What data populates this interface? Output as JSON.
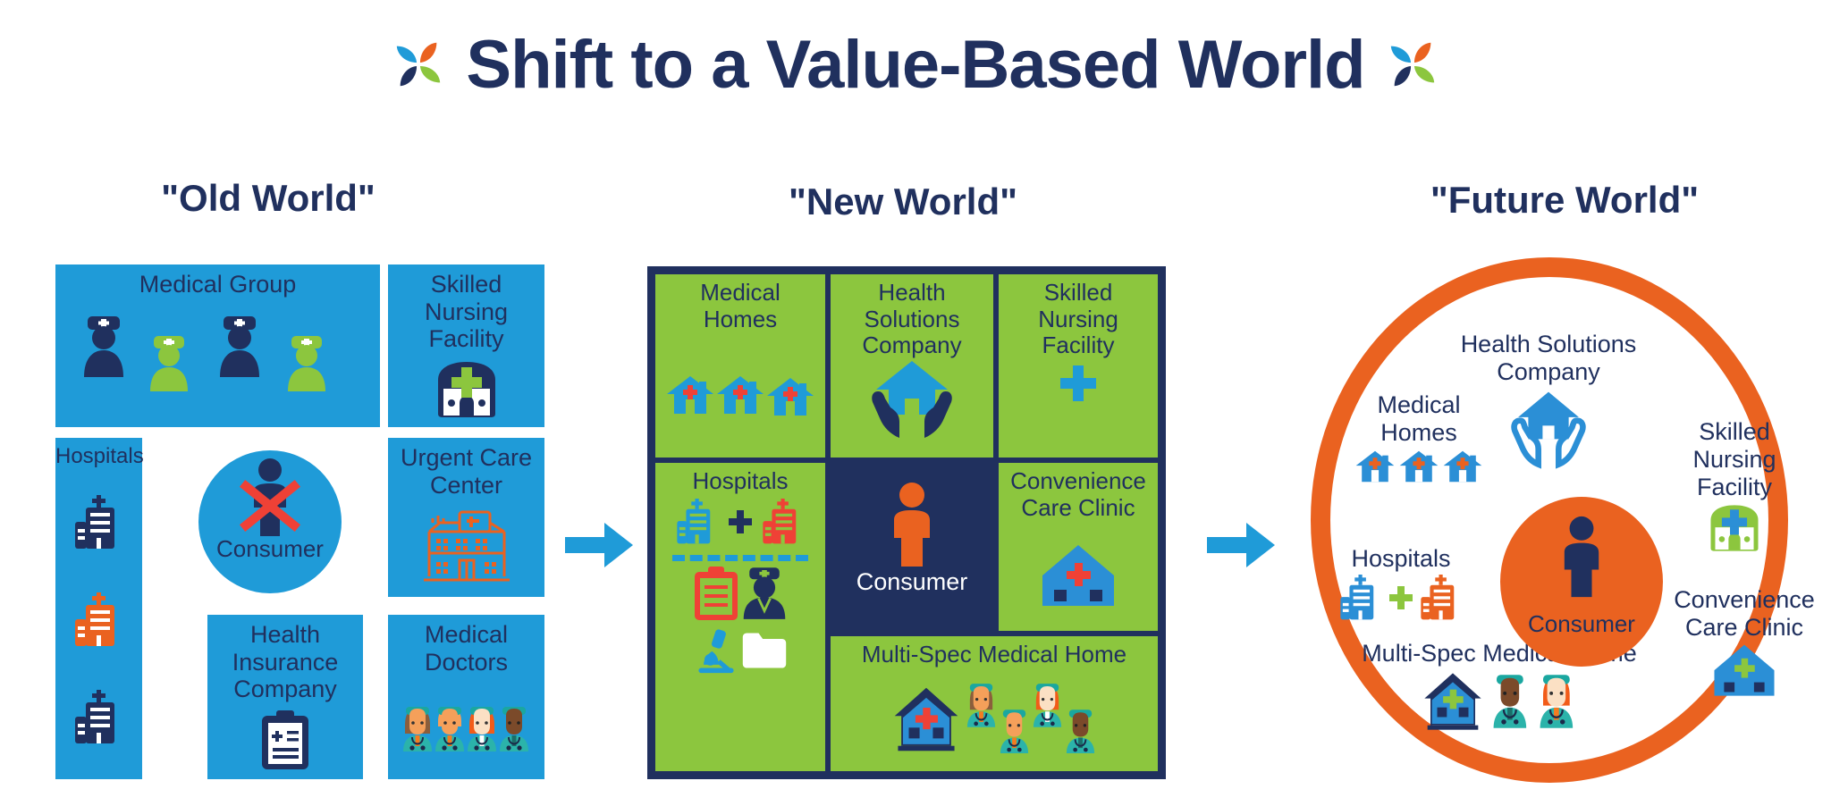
{
  "colors": {
    "navy": "#20305e",
    "blue": "#1f9bd8",
    "green": "#8cc63e",
    "orange": "#ea6220",
    "red": "#ef4136",
    "white": "#ffffff"
  },
  "title": {
    "text": "Shift to a Value-Based World",
    "logo_left": "leaf-pinwheel-logo",
    "logo_right": "leaf-pinwheel-logo"
  },
  "sections": {
    "old": {
      "heading": "\"Old World\"",
      "tiles": [
        {
          "id": "medical-group",
          "label": "Medical Group",
          "icons": [
            "doctor-navy",
            "doctor-green",
            "doctor-navy",
            "doctor-green"
          ]
        },
        {
          "id": "skilled-nursing",
          "label": "Skilled\nNursing\nFacility",
          "icons": [
            "clinic-building-navy-green-cross"
          ]
        },
        {
          "id": "hospitals",
          "label": "Hospitals",
          "icons": [
            "hospital-navy",
            "hospital-orange",
            "hospital-navy"
          ]
        },
        {
          "id": "consumer",
          "label": "Consumer",
          "icons": [
            "person-navy-crossed-out"
          ]
        },
        {
          "id": "urgent-care",
          "label": "Urgent Care\nCenter",
          "icons": [
            "urgent-care-building-orange-outline"
          ]
        },
        {
          "id": "health-insurance",
          "label": "Health\nInsurance\nCompany",
          "icons": [
            "clipboard-navy"
          ]
        },
        {
          "id": "medical-doctors",
          "label": "Medical\nDoctors",
          "icons": [
            "doctor-avatar",
            "doctor-avatar",
            "doctor-avatar",
            "doctor-avatar"
          ]
        }
      ]
    },
    "new": {
      "heading": "\"New World\"",
      "cells": [
        {
          "id": "medical-homes",
          "label": "Medical\nHomes",
          "icons": [
            "house-blue-cross",
            "house-blue-cross",
            "house-blue-cross"
          ]
        },
        {
          "id": "health-solutions",
          "label": "Health\nSolutions\nCompany",
          "icons": [
            "hands-holding-house"
          ]
        },
        {
          "id": "skilled-nursing",
          "label": "Skilled\nNursing\nFacility",
          "icons": [
            "plus-blue"
          ]
        },
        {
          "id": "hospitals",
          "label": "Hospitals",
          "icons": [
            "hospital-blue",
            "plus-navy",
            "hospital-orange",
            "dashed-divider",
            "clipboard-orange",
            "doctor-navy",
            "microscope-blue",
            "folder-white"
          ]
        },
        {
          "id": "consumer",
          "label": "Consumer",
          "icons": [
            "person-orange"
          ]
        },
        {
          "id": "convenience",
          "label": "Convenience\nCare Clinic",
          "icons": [
            "clinic-house-blue-orange-cross"
          ]
        },
        {
          "id": "multi-spec",
          "label": "Multi-Spec Medical Home",
          "icons": [
            "medical-home-blue",
            "doctor-avatar",
            "doctor-avatar",
            "doctor-avatar",
            "doctor-avatar"
          ]
        }
      ]
    },
    "future": {
      "heading": "\"Future World\"",
      "center": {
        "label": "Consumer",
        "icon": "person-navy"
      },
      "items": [
        {
          "id": "health-solutions",
          "label": "Health Solutions\nCompany",
          "icons": [
            "hands-holding-house-blue"
          ]
        },
        {
          "id": "medical-homes",
          "label": "Medical\nHomes",
          "icons": [
            "house-blue-cross",
            "house-blue-cross",
            "house-blue-cross"
          ]
        },
        {
          "id": "skilled-nursing",
          "label": "Skilled\nNursing\nFacility",
          "icons": [
            "clinic-building-green-blue-cross"
          ]
        },
        {
          "id": "hospitals",
          "label": "Hospitals",
          "icons": [
            "hospital-blue",
            "plus-green",
            "hospital-orange"
          ]
        },
        {
          "id": "convenience",
          "label": "Convenience\nCare Clinic",
          "icons": [
            "clinic-house-blue-green-cross"
          ]
        },
        {
          "id": "multi-spec",
          "label": "Multi-Spec Medical Home",
          "icons": [
            "medical-home-blue",
            "doctor-avatar",
            "doctor-avatar"
          ]
        }
      ]
    }
  },
  "arrows": [
    {
      "id": "arrow-old-to-new",
      "icon": "arrow-right-blue"
    },
    {
      "id": "arrow-new-to-future",
      "icon": "arrow-right-blue"
    }
  ]
}
